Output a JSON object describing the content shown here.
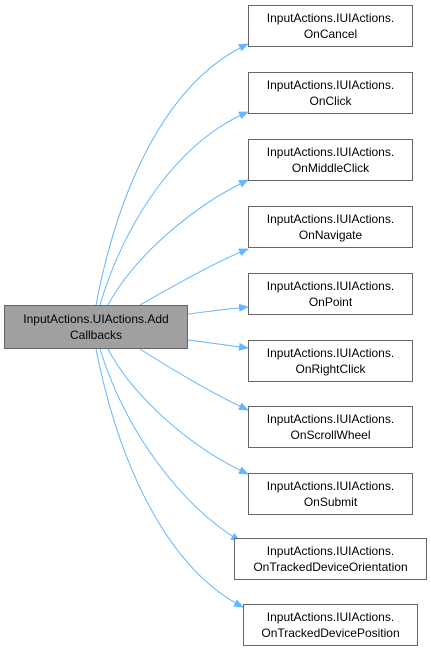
{
  "graph": {
    "source": {
      "line1": "InputActions.UIActions.Add",
      "line2": "Callbacks"
    },
    "targets": [
      {
        "line1": "InputActions.IUIActions.",
        "line2": "OnCancel"
      },
      {
        "line1": "InputActions.IUIActions.",
        "line2": "OnClick"
      },
      {
        "line1": "InputActions.IUIActions.",
        "line2": "OnMiddleClick"
      },
      {
        "line1": "InputActions.IUIActions.",
        "line2": "OnNavigate"
      },
      {
        "line1": "InputActions.IUIActions.",
        "line2": "OnPoint"
      },
      {
        "line1": "InputActions.IUIActions.",
        "line2": "OnRightClick"
      },
      {
        "line1": "InputActions.IUIActions.",
        "line2": "OnScrollWheel"
      },
      {
        "line1": "InputActions.IUIActions.",
        "line2": "OnSubmit"
      },
      {
        "line1": "InputActions.IUIActions.",
        "line2": "OnTrackedDeviceOrientation"
      },
      {
        "line1": "InputActions.IUIActions.",
        "line2": "OnTrackedDevicePosition"
      }
    ],
    "colors": {
      "edge": "#63b8ff",
      "source_fill": "#a0a0a0",
      "node_border": "#666666"
    }
  }
}
